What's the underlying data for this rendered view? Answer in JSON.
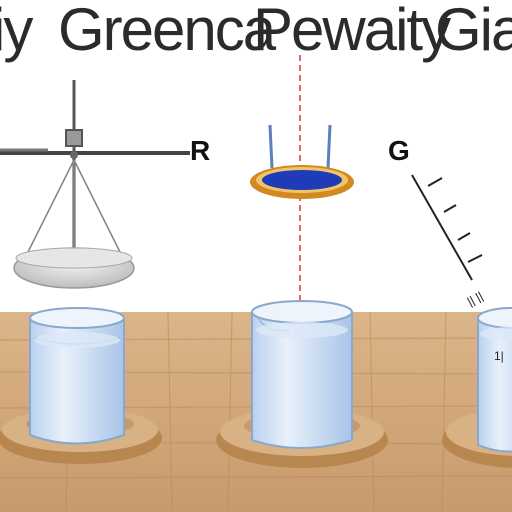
{
  "title": {
    "left_fragment": "iy",
    "word_1": "Greenca",
    "word_2": "Pewaity",
    "right_fragment": "Gia"
  },
  "labels": {
    "balance_label": "R",
    "ruler_label": "G",
    "ruler_marks": "|| ||",
    "beaker_mark": "1|"
  },
  "colors": {
    "background": "#ffffff",
    "text": "#2b2b2b",
    "table_wood": "#d0a67c",
    "base_wood": "#d8b184",
    "beaker_glass": "#cfe0f5",
    "beaker_outline": "#8aa7cc",
    "dish_rim": "#d2891f",
    "dish_fill": "#1f3bb8",
    "laser_line": "#e66a6a",
    "balance_metal": "#555555"
  },
  "icons": [
    "balance-scale-icon",
    "beaker-icon",
    "floating-dish-icon",
    "ruler-icon"
  ]
}
